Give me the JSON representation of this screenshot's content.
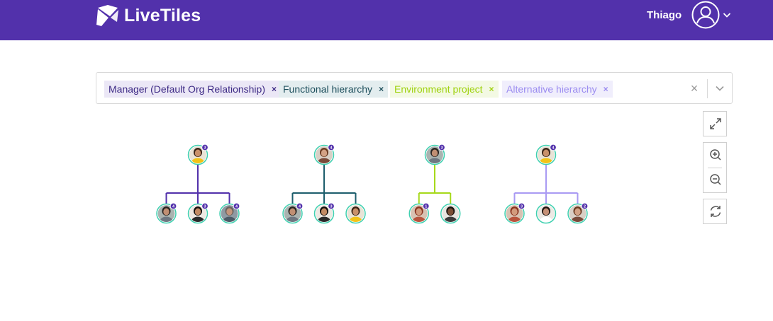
{
  "header": {
    "brand": "LiveTiles",
    "user_name": "Thiago",
    "background_color": "#5231ab"
  },
  "filter": {
    "chips": [
      {
        "label": "Manager (Default Org Relationship)",
        "remove": "×",
        "text_color": "#3d2a85",
        "bg_color": "#ebe7f6"
      },
      {
        "label": "Functional hierarchy",
        "remove": "×",
        "text_color": "#1d4f5c",
        "bg_color": "#e3edef"
      },
      {
        "label": "Environment project",
        "remove": "×",
        "text_color": "#9fd20e",
        "bg_color": "#f3f9e3"
      },
      {
        "label": "Alternative hierarchy",
        "remove": "×",
        "text_color": "#9b8cf0",
        "bg_color": "#f0eefc"
      }
    ],
    "clear_icon": "×"
  },
  "controls": [
    {
      "name": "fullscreen-icon"
    },
    {
      "name": "zoom-in-icon"
    },
    {
      "name": "zoom-out-icon"
    },
    {
      "name": "refresh-icon"
    }
  ],
  "hierarchies": [
    {
      "name": "Manager (Default Org Relationship)",
      "color": "#5231ab",
      "root": {
        "badge": "3",
        "person": "p-yellow"
      },
      "children": [
        {
          "badge": "4",
          "person": "p-man1"
        },
        {
          "badge": "3",
          "person": "p-woman-dark"
        },
        {
          "badge": "4",
          "person": "p-man-glasses"
        }
      ]
    },
    {
      "name": "Functional hierarchy",
      "color": "#1d5e6c",
      "root": {
        "badge": "4",
        "person": "p-woman-brown"
      },
      "children": [
        {
          "badge": "4",
          "person": "p-man1"
        },
        {
          "badge": "3",
          "person": "p-woman-dark"
        },
        {
          "badge": "",
          "person": "p-yellow"
        }
      ]
    },
    {
      "name": "Environment project",
      "color": "#a6d91a",
      "root": {
        "badge": "3",
        "person": "p-man1"
      },
      "children": [
        {
          "badge": "1",
          "person": "p-woman-red"
        },
        {
          "badge": "",
          "person": "p-man-dark"
        }
      ]
    },
    {
      "name": "Alternative hierarchy",
      "color": "#a99af3",
      "root": {
        "badge": "4",
        "person": "p-yellow"
      },
      "children": [
        {
          "badge": "3",
          "person": "p-woman-red"
        },
        {
          "badge": "",
          "person": "p-man-young"
        },
        {
          "badge": "2",
          "person": "p-woman-brown"
        }
      ]
    }
  ]
}
